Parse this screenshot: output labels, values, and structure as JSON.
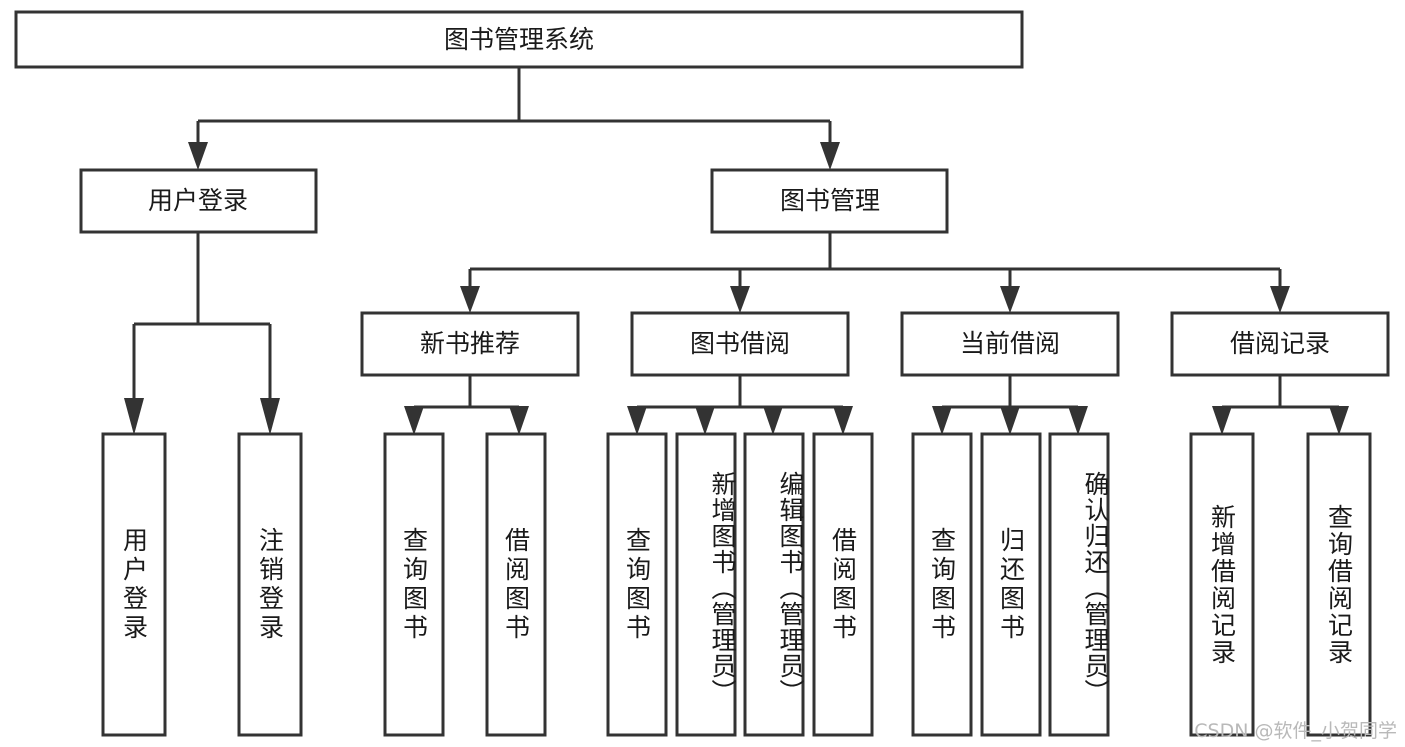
{
  "diagram": {
    "type": "tree-hierarchy",
    "title": "图书管理系统",
    "root": {
      "label": "图书管理系统",
      "orientation": "horizontal"
    },
    "level2": [
      {
        "label": "用户登录",
        "orientation": "horizontal"
      },
      {
        "label": "图书管理",
        "orientation": "horizontal"
      }
    ],
    "level3": [
      {
        "label": "新书推荐",
        "orientation": "horizontal"
      },
      {
        "label": "图书借阅",
        "orientation": "horizontal"
      },
      {
        "label": "当前借阅",
        "orientation": "horizontal"
      },
      {
        "label": "借阅记录",
        "orientation": "horizontal"
      }
    ],
    "leaves": [
      {
        "label": "用户登录",
        "parent": "用户登录",
        "orientation": "vertical"
      },
      {
        "label": "注销登录",
        "parent": "用户登录",
        "orientation": "vertical"
      },
      {
        "label": "查询图书",
        "parent": "新书推荐",
        "orientation": "vertical"
      },
      {
        "label": "借阅图书",
        "parent": "新书推荐",
        "orientation": "vertical"
      },
      {
        "label": "查询图书",
        "parent": "图书借阅",
        "orientation": "vertical"
      },
      {
        "label": "新增图书（管理员）",
        "parent": "图书借阅",
        "orientation": "vertical"
      },
      {
        "label": "编辑图书（管理员）",
        "parent": "图书借阅",
        "orientation": "vertical"
      },
      {
        "label": "借阅图书",
        "parent": "图书借阅",
        "orientation": "vertical"
      },
      {
        "label": "查询图书",
        "parent": "当前借阅",
        "orientation": "vertical"
      },
      {
        "label": "归还图书",
        "parent": "当前借阅",
        "orientation": "vertical"
      },
      {
        "label": "确认归还（管理员）",
        "parent": "当前借阅",
        "orientation": "vertical"
      },
      {
        "label": "新增借阅记录",
        "parent": "借阅记录",
        "orientation": "vertical"
      },
      {
        "label": "查询借阅记录",
        "parent": "借阅记录",
        "orientation": "vertical"
      }
    ],
    "colors": {
      "stroke": "#333333",
      "box_fill": "#ffffff",
      "text": "#1a1a1a",
      "background": "#ffffff",
      "watermark": "#b9b9b9"
    }
  },
  "watermark": {
    "text": "CSDN @软件_小贺同学"
  }
}
